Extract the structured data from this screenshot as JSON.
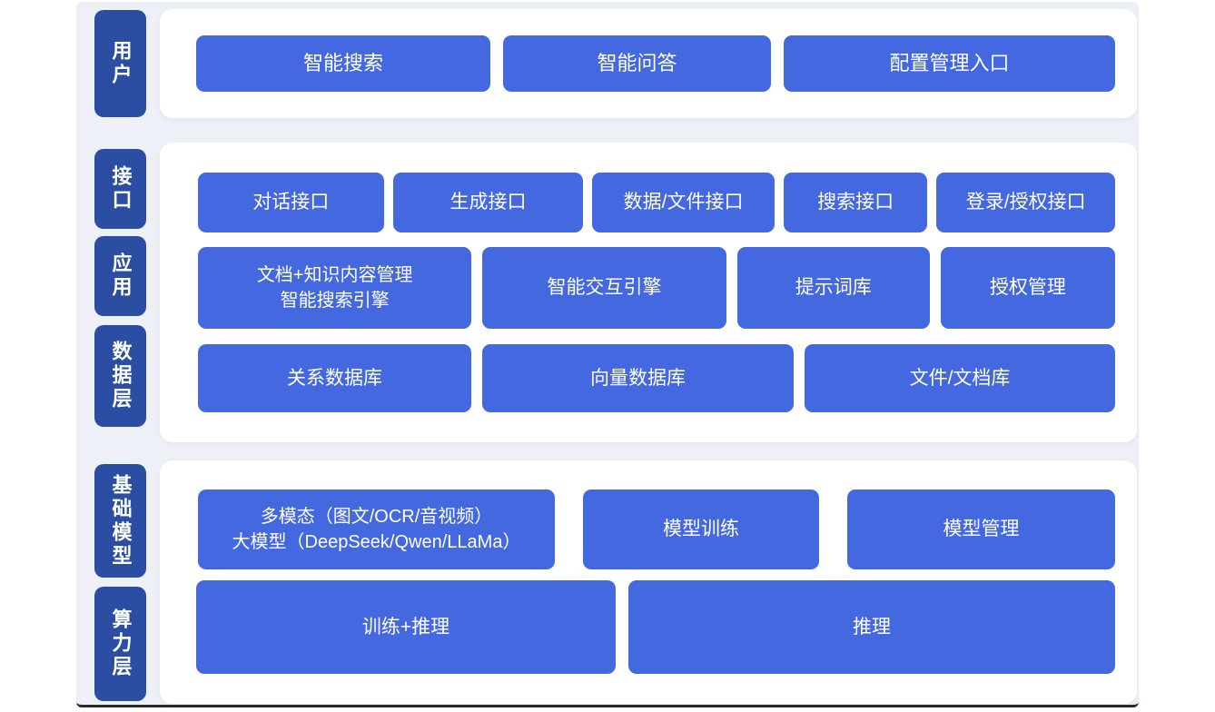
{
  "colors": {
    "background": "#EDF0F6",
    "panel": "#FFFFFF",
    "block": "#4468DF",
    "tab": "#2B4EA3"
  },
  "layers": {
    "user": {
      "tab": "用户"
    },
    "interface": {
      "tab": "接口"
    },
    "application": {
      "tab": "应用"
    },
    "data": {
      "tab": "数据层"
    },
    "foundation": {
      "tab": "基础模型"
    },
    "compute": {
      "tab": "算力层"
    }
  },
  "blocks": {
    "smart_search": "智能搜索",
    "smart_qa": "智能问答",
    "config_entry": "配置管理入口",
    "dialog_api": "对话接口",
    "generation_api": "生成接口",
    "data_file_api": "数据/文件接口",
    "search_api": "搜索接口",
    "login_auth_api": "登录/授权接口",
    "doc_knowledge_line1": "文档+知识内容管理",
    "doc_knowledge_line2": "智能搜索引擎",
    "interaction_engine": "智能交互引擎",
    "prompt_library": "提示词库",
    "auth_mgmt": "授权管理",
    "relational_db": "关系数据库",
    "vector_db": "向量数据库",
    "file_doc_store": "文件/文档库",
    "multimodal_line1": "多模态（图文/OCR/音视频）",
    "multimodal_line2": "大模型（DeepSeek/Qwen/LLaMa）",
    "model_training": "模型训练",
    "model_mgmt": "模型管理",
    "training_inference": "训练+推理",
    "inference": "推理"
  }
}
